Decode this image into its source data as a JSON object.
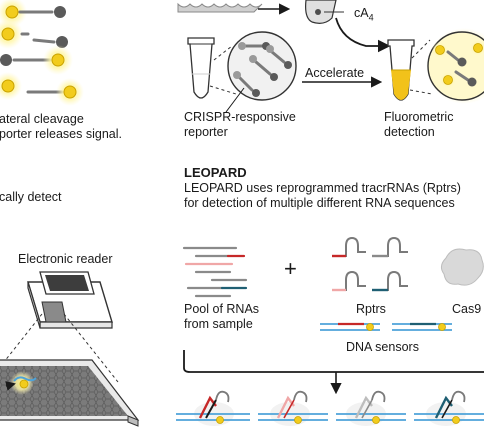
{
  "colors": {
    "glow": "#fff3a6",
    "bead": "#f2cc1c",
    "bead_edge": "#c9a200",
    "line_dark": "#4d4d4d",
    "line_mid": "#8a8a8a",
    "red": "#c62828",
    "teal": "#1f5f73",
    "blue": "#4ea3d9",
    "pink": "#f0a7a7",
    "fluor_fill": "#f2c21a",
    "cas9": "#d9d9d9"
  },
  "left_panel": {
    "cleavage_caption": [
      "ateral cleavage",
      "porter releases signal."
    ],
    "detect_caption": "cally detect",
    "electronic_reader_label": "Electronic reader"
  },
  "top_panel": {
    "cA4_label": "cA",
    "cA4_sub": "4",
    "accelerate_label": "Accelerate",
    "reporter_caption": [
      "CRISPR-responsive",
      "reporter"
    ],
    "fluor_caption": [
      "Fluorometric",
      "detection"
    ]
  },
  "leopard": {
    "title": "LEOPARD",
    "description": [
      "LEOPARD uses reprogrammed tracrRNAs (Rptrs)",
      "for detection of multiple different RNA sequences"
    ],
    "pool_label": [
      "Pool of RNAs",
      "from sample"
    ],
    "plus_symbol": "+",
    "rptrs_label": "Rptrs",
    "cas9_label": "Cas9",
    "dna_sensors_label": "DNA sensors"
  },
  "icons": [
    "reporter-bead-icon",
    "glow-icon",
    "tube-icon",
    "zoom-circle-icon",
    "electronic-reader-icon",
    "chip-icon",
    "rptr-hairpin-icon",
    "cas9-blob-icon",
    "dna-sensor-icon",
    "arrow-icon"
  ]
}
